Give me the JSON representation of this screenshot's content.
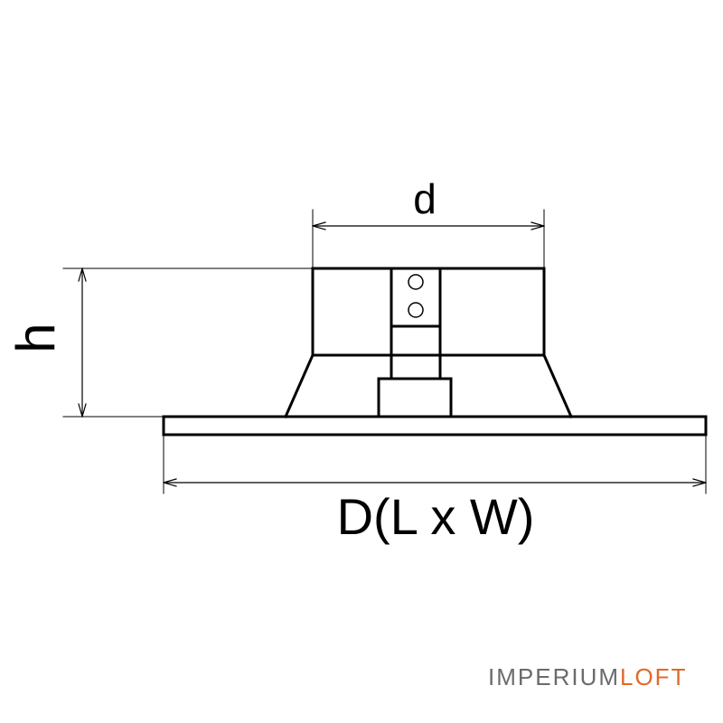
{
  "diagram": {
    "labels": {
      "diameter_top": "d",
      "height": "h",
      "overall_size": "D(L x W)"
    }
  },
  "watermark": {
    "brand_primary": "IMPERIUM",
    "brand_secondary": "LOFT",
    "colors": {
      "primary": "#6b6b6b",
      "secondary": "#e0692a"
    }
  },
  "colors": {
    "line": "#000000",
    "background": "#ffffff"
  }
}
